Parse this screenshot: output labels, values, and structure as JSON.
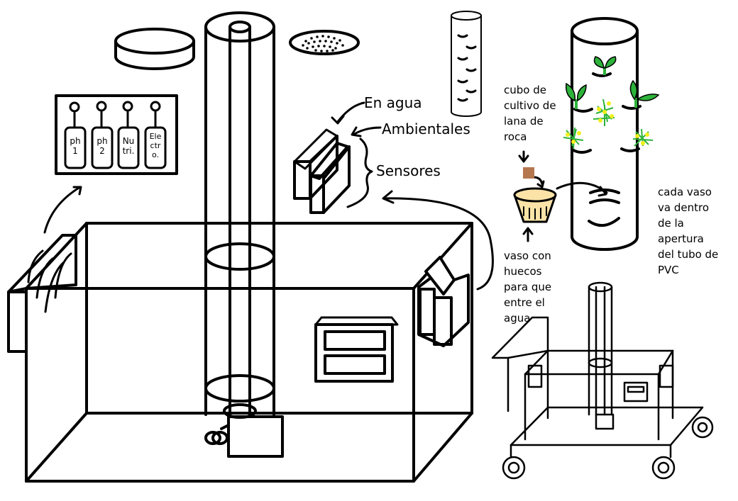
{
  "labels": {
    "en_agua": "En agua",
    "ambientales": "Ambientales",
    "sensores": "Sensores",
    "cubo": "cubo de cultivo de lana de roca",
    "vaso": "vaso con huecos para que entre el agua",
    "cada_vaso": "cada vaso va dentro de la apertura del tubo de PVC"
  },
  "bottles": [
    "ph 1",
    "ph 2",
    "Nu tri.",
    "Ele ctr o."
  ],
  "colors": {
    "line": "#000000",
    "cube": "#b5774f",
    "cup": "#fbe3a8",
    "leaf": "#2db33a",
    "flower": "#f2ef1c",
    "background": "#ffffff"
  }
}
